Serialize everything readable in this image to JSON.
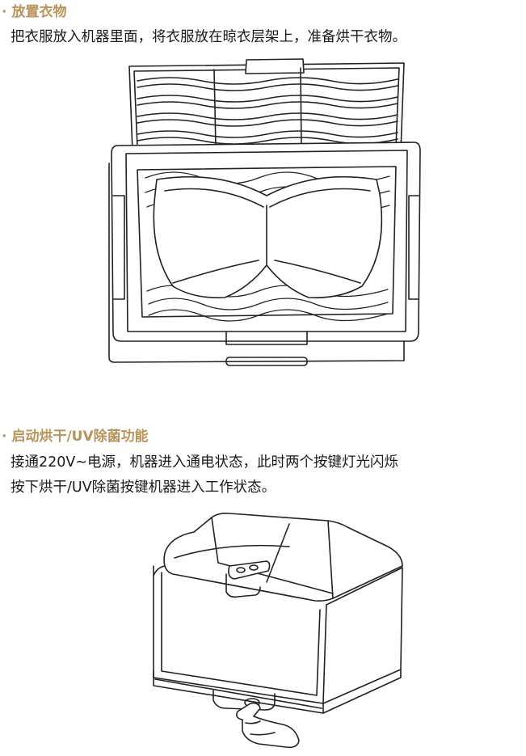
{
  "section1": {
    "bullet": "·",
    "title": "放置衣物",
    "body": "把衣服放入机器里面，将衣服放在晾衣层架上，准备烘干衣物。"
  },
  "section2": {
    "bullet": "·",
    "title": "启动烘干/UV除菌功能",
    "lines": [
      "接通220V~电源，机器进入通电状态，此时两个按键灯光闪烁",
      "按下烘干/UV除菌按键机器进入工作状态。"
    ]
  },
  "colors": {
    "heading": "#b8945a",
    "text": "#1a1a1a",
    "line": "#222222"
  }
}
